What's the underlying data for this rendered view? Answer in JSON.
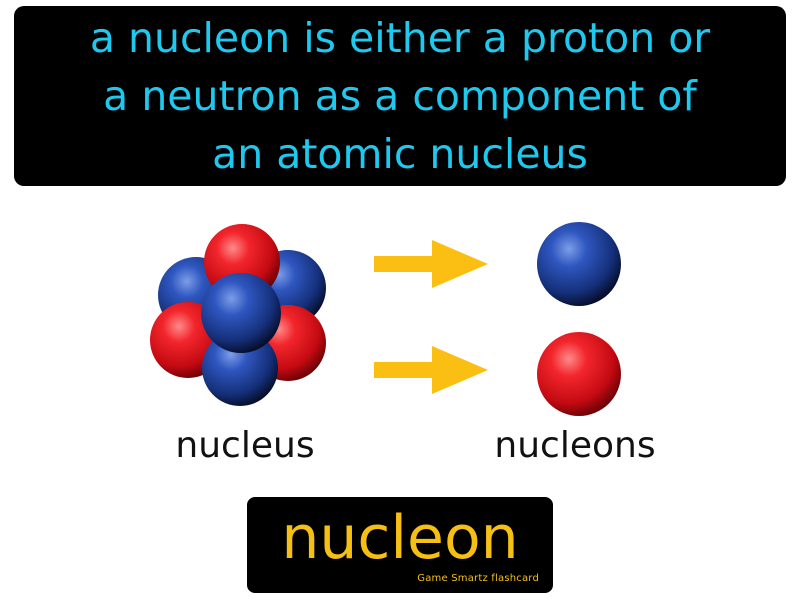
{
  "definition": {
    "line1": "a nucleon is either a proton or",
    "line2": "a neutron as a component of",
    "line3": "an atomic nucleus"
  },
  "labels": {
    "left": "nucleus",
    "right": "nucleons"
  },
  "term": "nucleon",
  "brand": "Game Smartz flashcard",
  "colors": {
    "definition_text": "#1ec8ee",
    "term_text": "#f5c013",
    "arrow": "#fbbf14",
    "proton": "#e8131b",
    "neutron": "#1e3f9a",
    "box_background": "#000000"
  },
  "icons": {
    "nucleus": "atomic-nucleus-icon",
    "neutron": "neutron-ball-icon",
    "proton": "proton-ball-icon",
    "arrow": "right-arrow-icon"
  }
}
